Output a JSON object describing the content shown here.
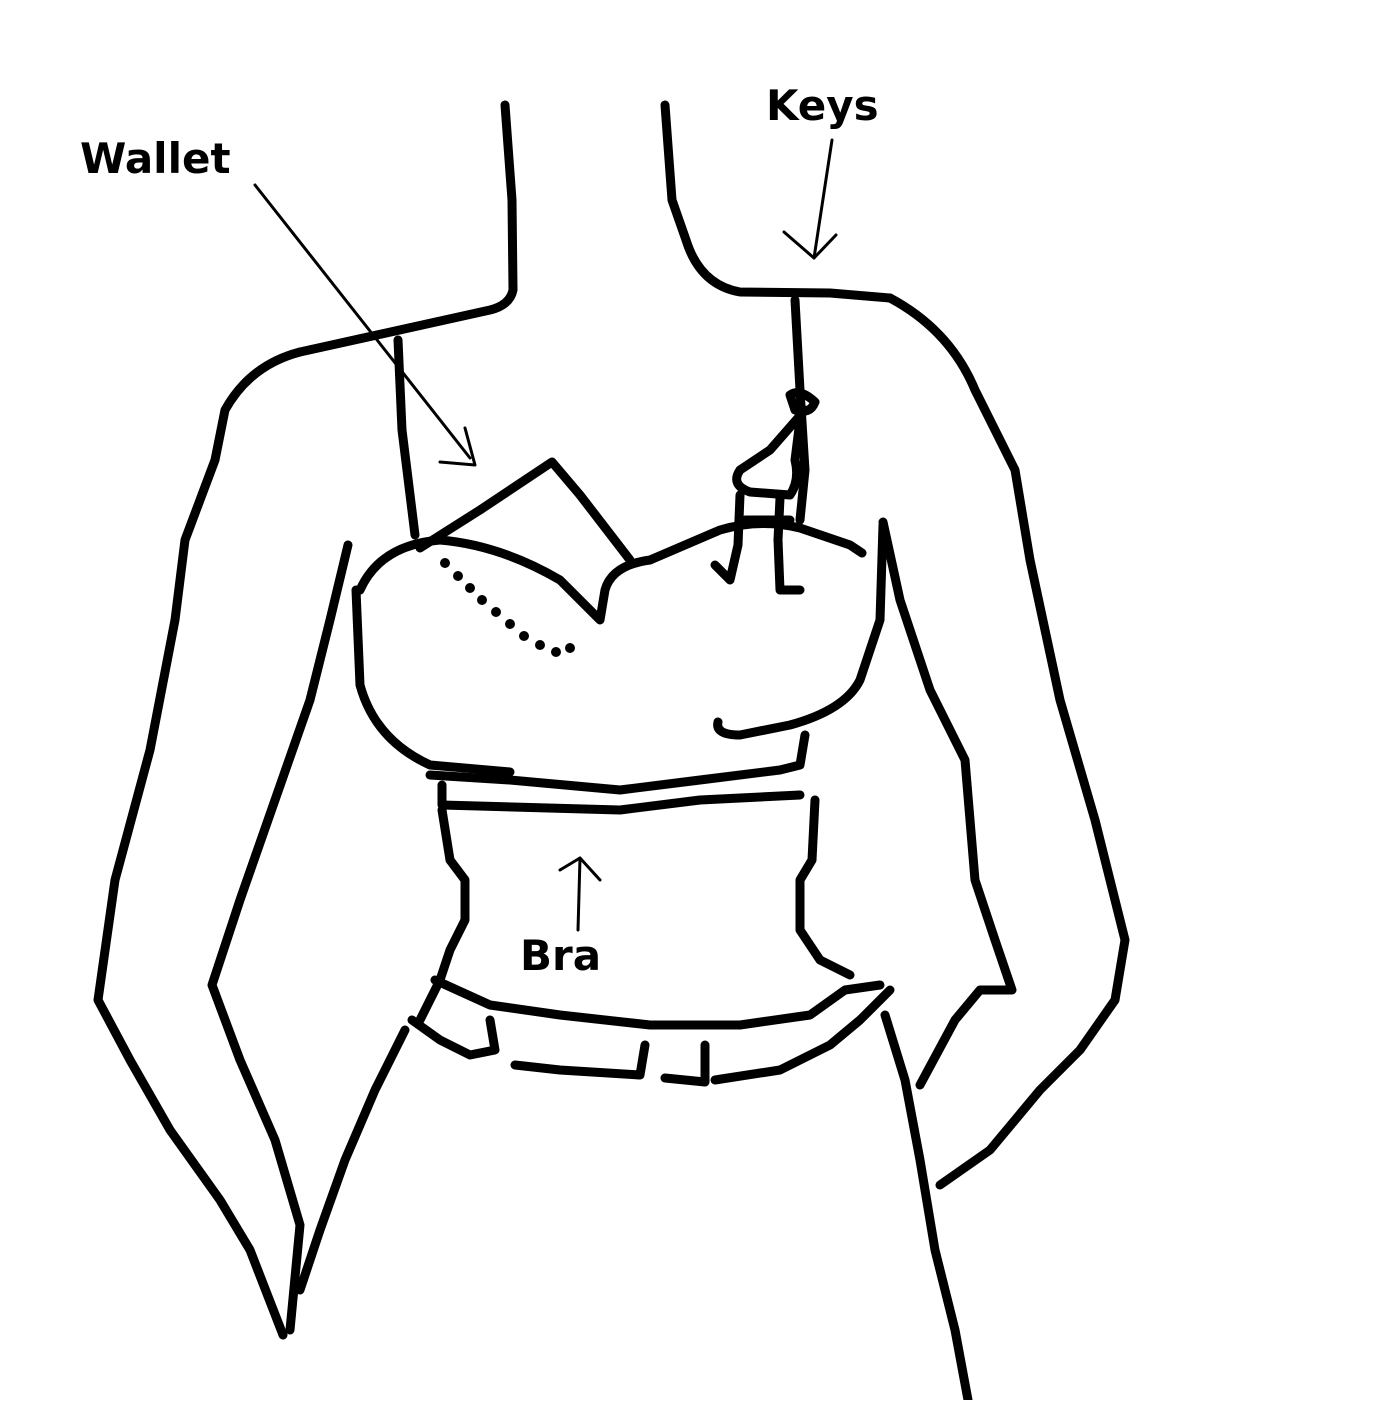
{
  "labels": {
    "wallet": "Wallet",
    "keys": "Keys",
    "bra": "Bra"
  },
  "colors": {
    "ink": "#000000",
    "background": "#ffffff"
  }
}
